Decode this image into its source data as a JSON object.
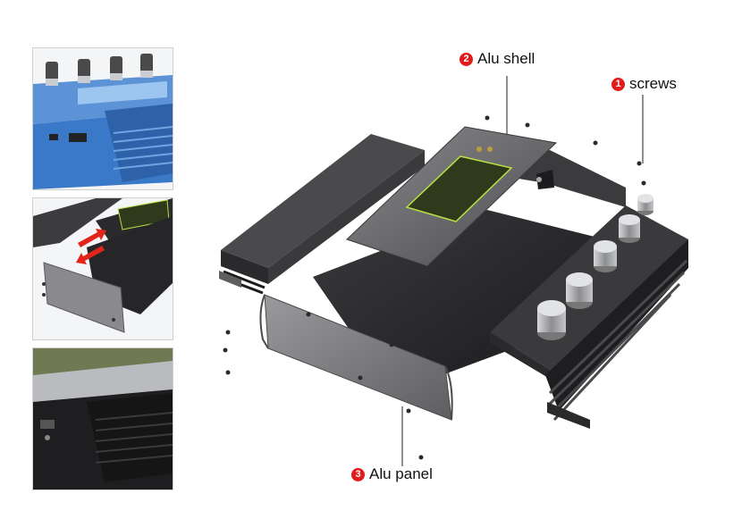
{
  "callouts": {
    "alu_shell": {
      "number": "2",
      "label": "Alu shell"
    },
    "screws": {
      "number": "1",
      "label": "screws"
    },
    "alu_panel": {
      "number": "3",
      "label": "Alu panel"
    }
  },
  "colors": {
    "badge": "#e21b1b",
    "metal_dark": "#2e2e30",
    "metal_mid": "#6a6a6d",
    "glass": "#2f3a1c",
    "glass_edge": "#b8e046",
    "thumb_blue": "#3a78c8",
    "arrow_red": "#e3241b"
  }
}
